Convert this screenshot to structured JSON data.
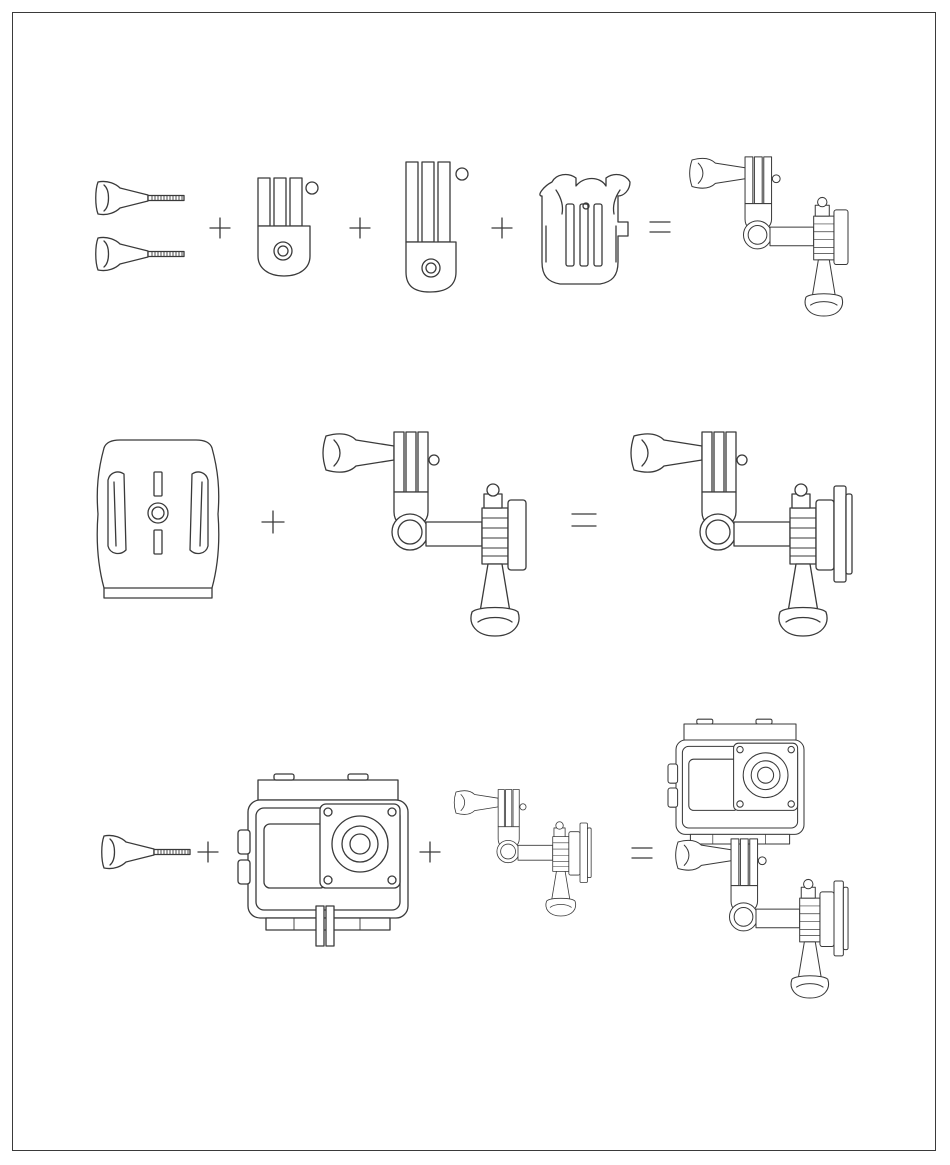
{
  "figure": {
    "border_color": "#3a3a3a",
    "line_color": "#3a3a3a",
    "background": "#ffffff"
  },
  "rows": [
    {
      "id": "row-1",
      "parts": [
        "thumb-screw-icon",
        "thumb-screw-icon",
        "short-adapter-icon",
        "long-adapter-icon",
        "buckle-mount-icon"
      ],
      "operators": [
        "+",
        "+",
        "+",
        "="
      ],
      "result": "pivot-arm-assembly-icon"
    },
    {
      "id": "row-2",
      "parts": [
        "flat-adhesive-mount-icon",
        "pivot-arm-assembly-icon"
      ],
      "operators": [
        "+",
        "="
      ],
      "result": "pivot-arm-on-mount-icon"
    },
    {
      "id": "row-3",
      "parts": [
        "thumb-screw-icon",
        "waterproof-case-icon",
        "pivot-arm-on-mount-icon"
      ],
      "operators": [
        "+",
        "+",
        "="
      ],
      "result": "mounted-camera-case-icon"
    }
  ]
}
